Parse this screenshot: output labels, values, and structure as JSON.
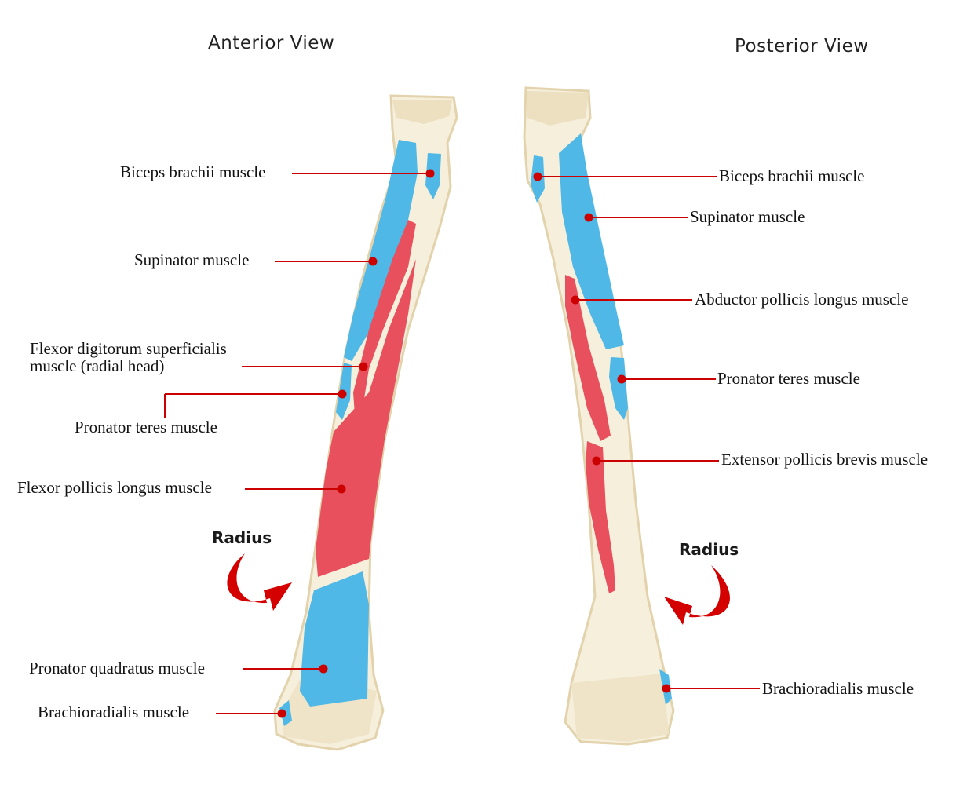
{
  "titles": {
    "anterior": "Anterior View",
    "posterior": "Posterior View"
  },
  "bone_label": "Radius",
  "anterior_labels": {
    "biceps": "Biceps brachii muscle",
    "supinator": "Supinator muscle",
    "fds": "Flexor digitorum superficialis muscle (radial head)",
    "pronator_teres": "Pronator teres muscle",
    "fpl": "Flexor pollicis longus muscle",
    "pronator_quadratus": "Pronator quadratus muscle",
    "brachioradialis": "Brachioradialis muscle"
  },
  "posterior_labels": {
    "biceps": "Biceps brachii muscle",
    "supinator": "Supinator muscle",
    "apl": "Abductor pollicis longus muscle",
    "pronator_teres": "Pronator teres muscle",
    "epb": "Extensor pollicis brevis muscle",
    "brachioradialis": "Brachioradialis muscle"
  },
  "colors": {
    "bone": "#f6efdc",
    "bone_shade": "#e3d3ad",
    "blue_attachment": "#4fb8e6",
    "red_attachment": "#e8505e",
    "pointer": "#cc0000",
    "arrow": "#d40000"
  }
}
